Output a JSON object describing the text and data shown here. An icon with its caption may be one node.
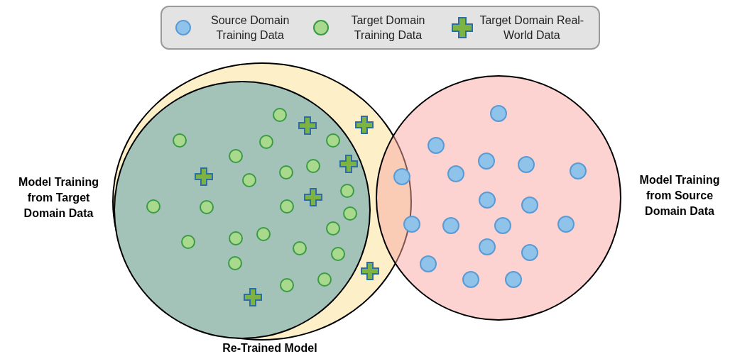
{
  "diagram": {
    "nodes": [
      {
        "text": [
          "Re-Trained Model"
        ]
      },
      {
        "text": [
          "Model Training from Target Domain Data"
        ],
        "in": 0
      },
      {
        "text": [
          "Model Training from Source Domain Data"
        ]
      }
    ],
    "legend": [
      {
        "text": "Source Domain Training Data",
        "color": "#8fc3ea"
      },
      {
        "text": "Target Domain Training Data",
        "color": "#a8d98c"
      },
      {
        "text": "Target Domain Real-World Data",
        "color": "#7cb342"
      }
    ]
  }
}
